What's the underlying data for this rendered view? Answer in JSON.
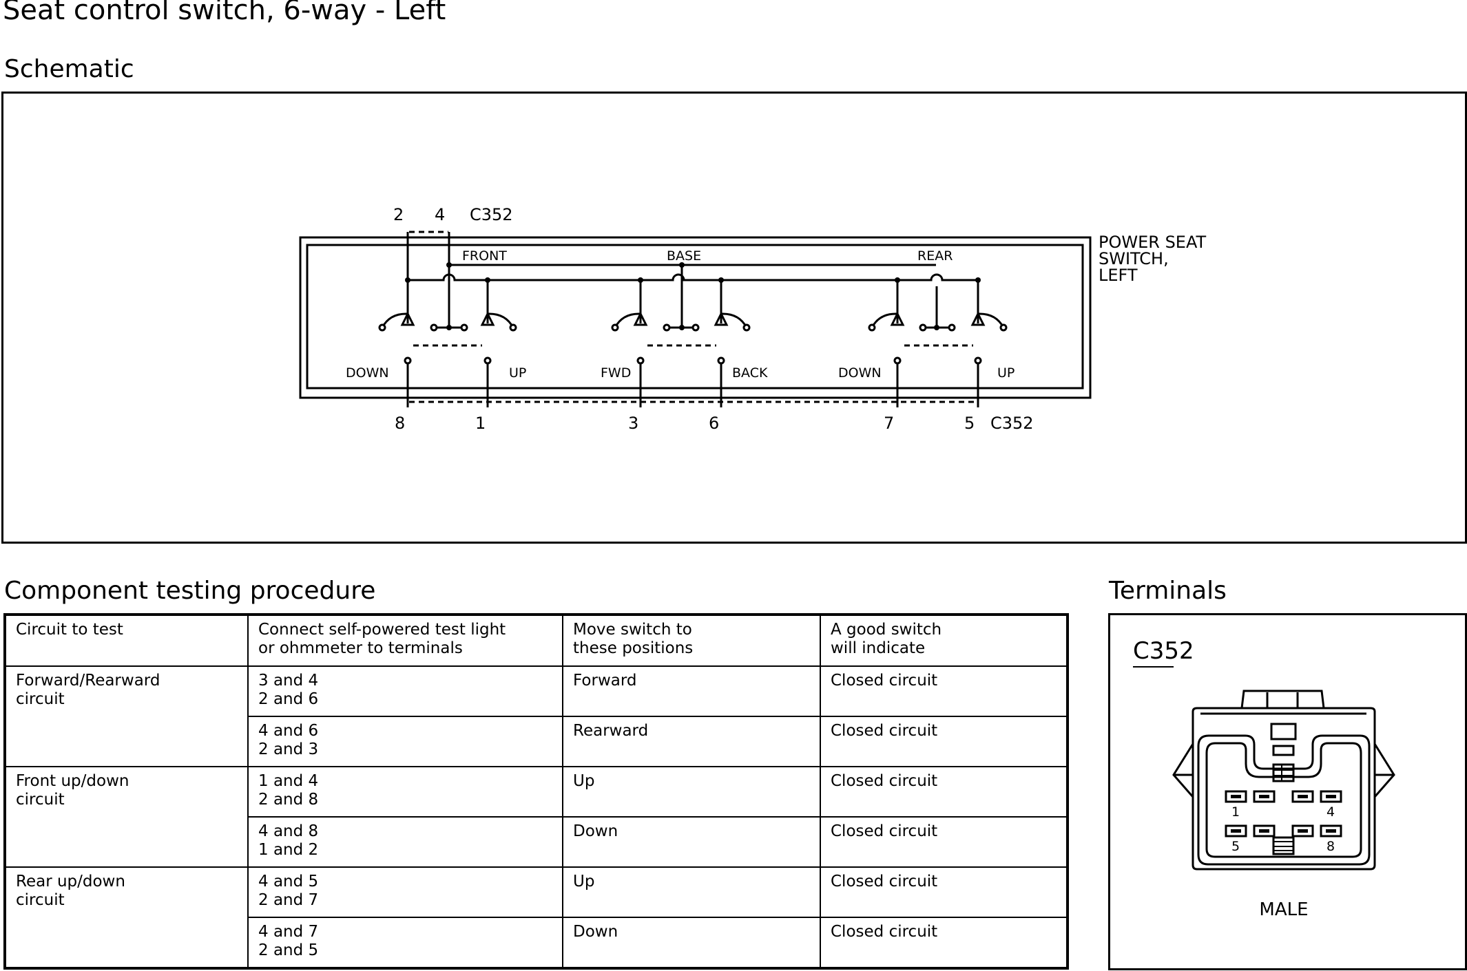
{
  "title": "Seat control switch, 6-way - Left",
  "schematic": {
    "heading": "Schematic",
    "connector": "C352",
    "top_pins": [
      "2",
      "4"
    ],
    "bottom_pins": [
      "8",
      "1",
      "3",
      "6",
      "7",
      "5"
    ],
    "component_label": [
      "POWER SEAT",
      "SWITCH,",
      "LEFT"
    ],
    "section_labels": [
      "FRONT",
      "BASE",
      "REAR"
    ],
    "position_labels": [
      "DOWN",
      "UP",
      "FWD",
      "BACK",
      "DOWN",
      "UP"
    ]
  },
  "testing": {
    "heading": "Component testing procedure",
    "headers": [
      "Circuit to test",
      "Connect self-powered test light\nor ohmmeter to terminals",
      "Move switch to\nthese positions",
      "A good switch\nwill indicate"
    ],
    "rows": [
      {
        "circuit": "Forward/Rearward\ncircuit",
        "terminals": "3 and 4\n2 and 6",
        "position": "Forward",
        "result": "Closed circuit"
      },
      {
        "circuit": "",
        "terminals": "4 and 6\n2 and 3",
        "position": "Rearward",
        "result": "Closed circuit"
      },
      {
        "circuit": "Front up/down\ncircuit",
        "terminals": "1 and 4\n2 and 8",
        "position": "Up",
        "result": "Closed circuit"
      },
      {
        "circuit": "",
        "terminals": "4 and 8\n1 and 2",
        "position": "Down",
        "result": "Closed circuit"
      },
      {
        "circuit": "Rear up/down\ncircuit",
        "terminals": "4 and 5\n2 and 7",
        "position": "Up",
        "result": "Closed circuit"
      },
      {
        "circuit": "",
        "terminals": "4 and 7\n2 and 5",
        "position": "Down",
        "result": "Closed circuit"
      }
    ]
  },
  "terminals": {
    "heading": "Terminals",
    "connector": "C352",
    "pin_labels": [
      "1",
      "4",
      "5",
      "8"
    ],
    "type": "MALE"
  }
}
